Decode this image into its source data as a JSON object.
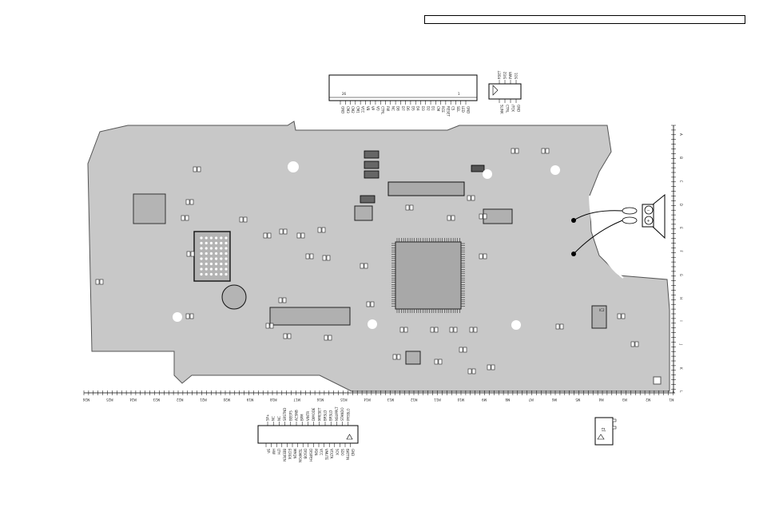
{
  "connector_top": {
    "pin_left": "26",
    "pin_right": "1",
    "labels": [
      "GND",
      "CM3",
      "CM2",
      "CM1",
      "VCC",
      "VB",
      "VP",
      "VO",
      "CTRL",
      "FW",
      "NC",
      "D8",
      "D7",
      "D6",
      "D5",
      "D4",
      "D3",
      "D2",
      "D1",
      "CM",
      "RCE",
      "RESET",
      "CS",
      "SEL",
      "LED",
      "GND"
    ]
  },
  "connector_small": {
    "top_labels": [
      "RSET",
      "SIG2",
      "PWR",
      "SG1"
    ],
    "bottom_labels": [
      "SLINK",
      "CTRL",
      "/TCK",
      "GND"
    ]
  },
  "connector_bottom": {
    "top_labels": [
      "SP+",
      "NC",
      "NC",
      "SRSTND",
      "BEEPS",
      "ACSNB",
      "BPM",
      "VINTR",
      "DIMODE",
      "MRESET",
      "BRSLD",
      "BRSLD",
      "NSUPPLT",
      "STANDO",
      "PRSSLO"
    ],
    "bottom_labels": [
      "SP-",
      "HW",
      "LTH",
      "BEEPEN",
      "ECREK",
      "MRQN",
      "TEMPON",
      "DISOB",
      "DISIPEH",
      "PDN",
      "VCC",
      "VMUTE",
      "VOLTA",
      "SCK",
      "SDO",
      "BATTIN",
      "GND"
    ]
  },
  "ruler_bottom": [
    "M26",
    "M25",
    "M24",
    "M23",
    "M22",
    "M21",
    "M20",
    "M19",
    "M18",
    "M17",
    "M16",
    "M15",
    "M14",
    "M13",
    "M12",
    "M11",
    "M10",
    "M9",
    "M8",
    "M7",
    "M6",
    "M5",
    "M4",
    "M3",
    "M2",
    "M1"
  ],
  "ruler_right": [
    "A",
    "B",
    "C",
    "D",
    "E",
    "F",
    "G",
    "H",
    "I",
    "J",
    "K",
    "L"
  ],
  "components": {
    "ic_right_label": "IC2",
    "bottom_right_label": "J2"
  }
}
